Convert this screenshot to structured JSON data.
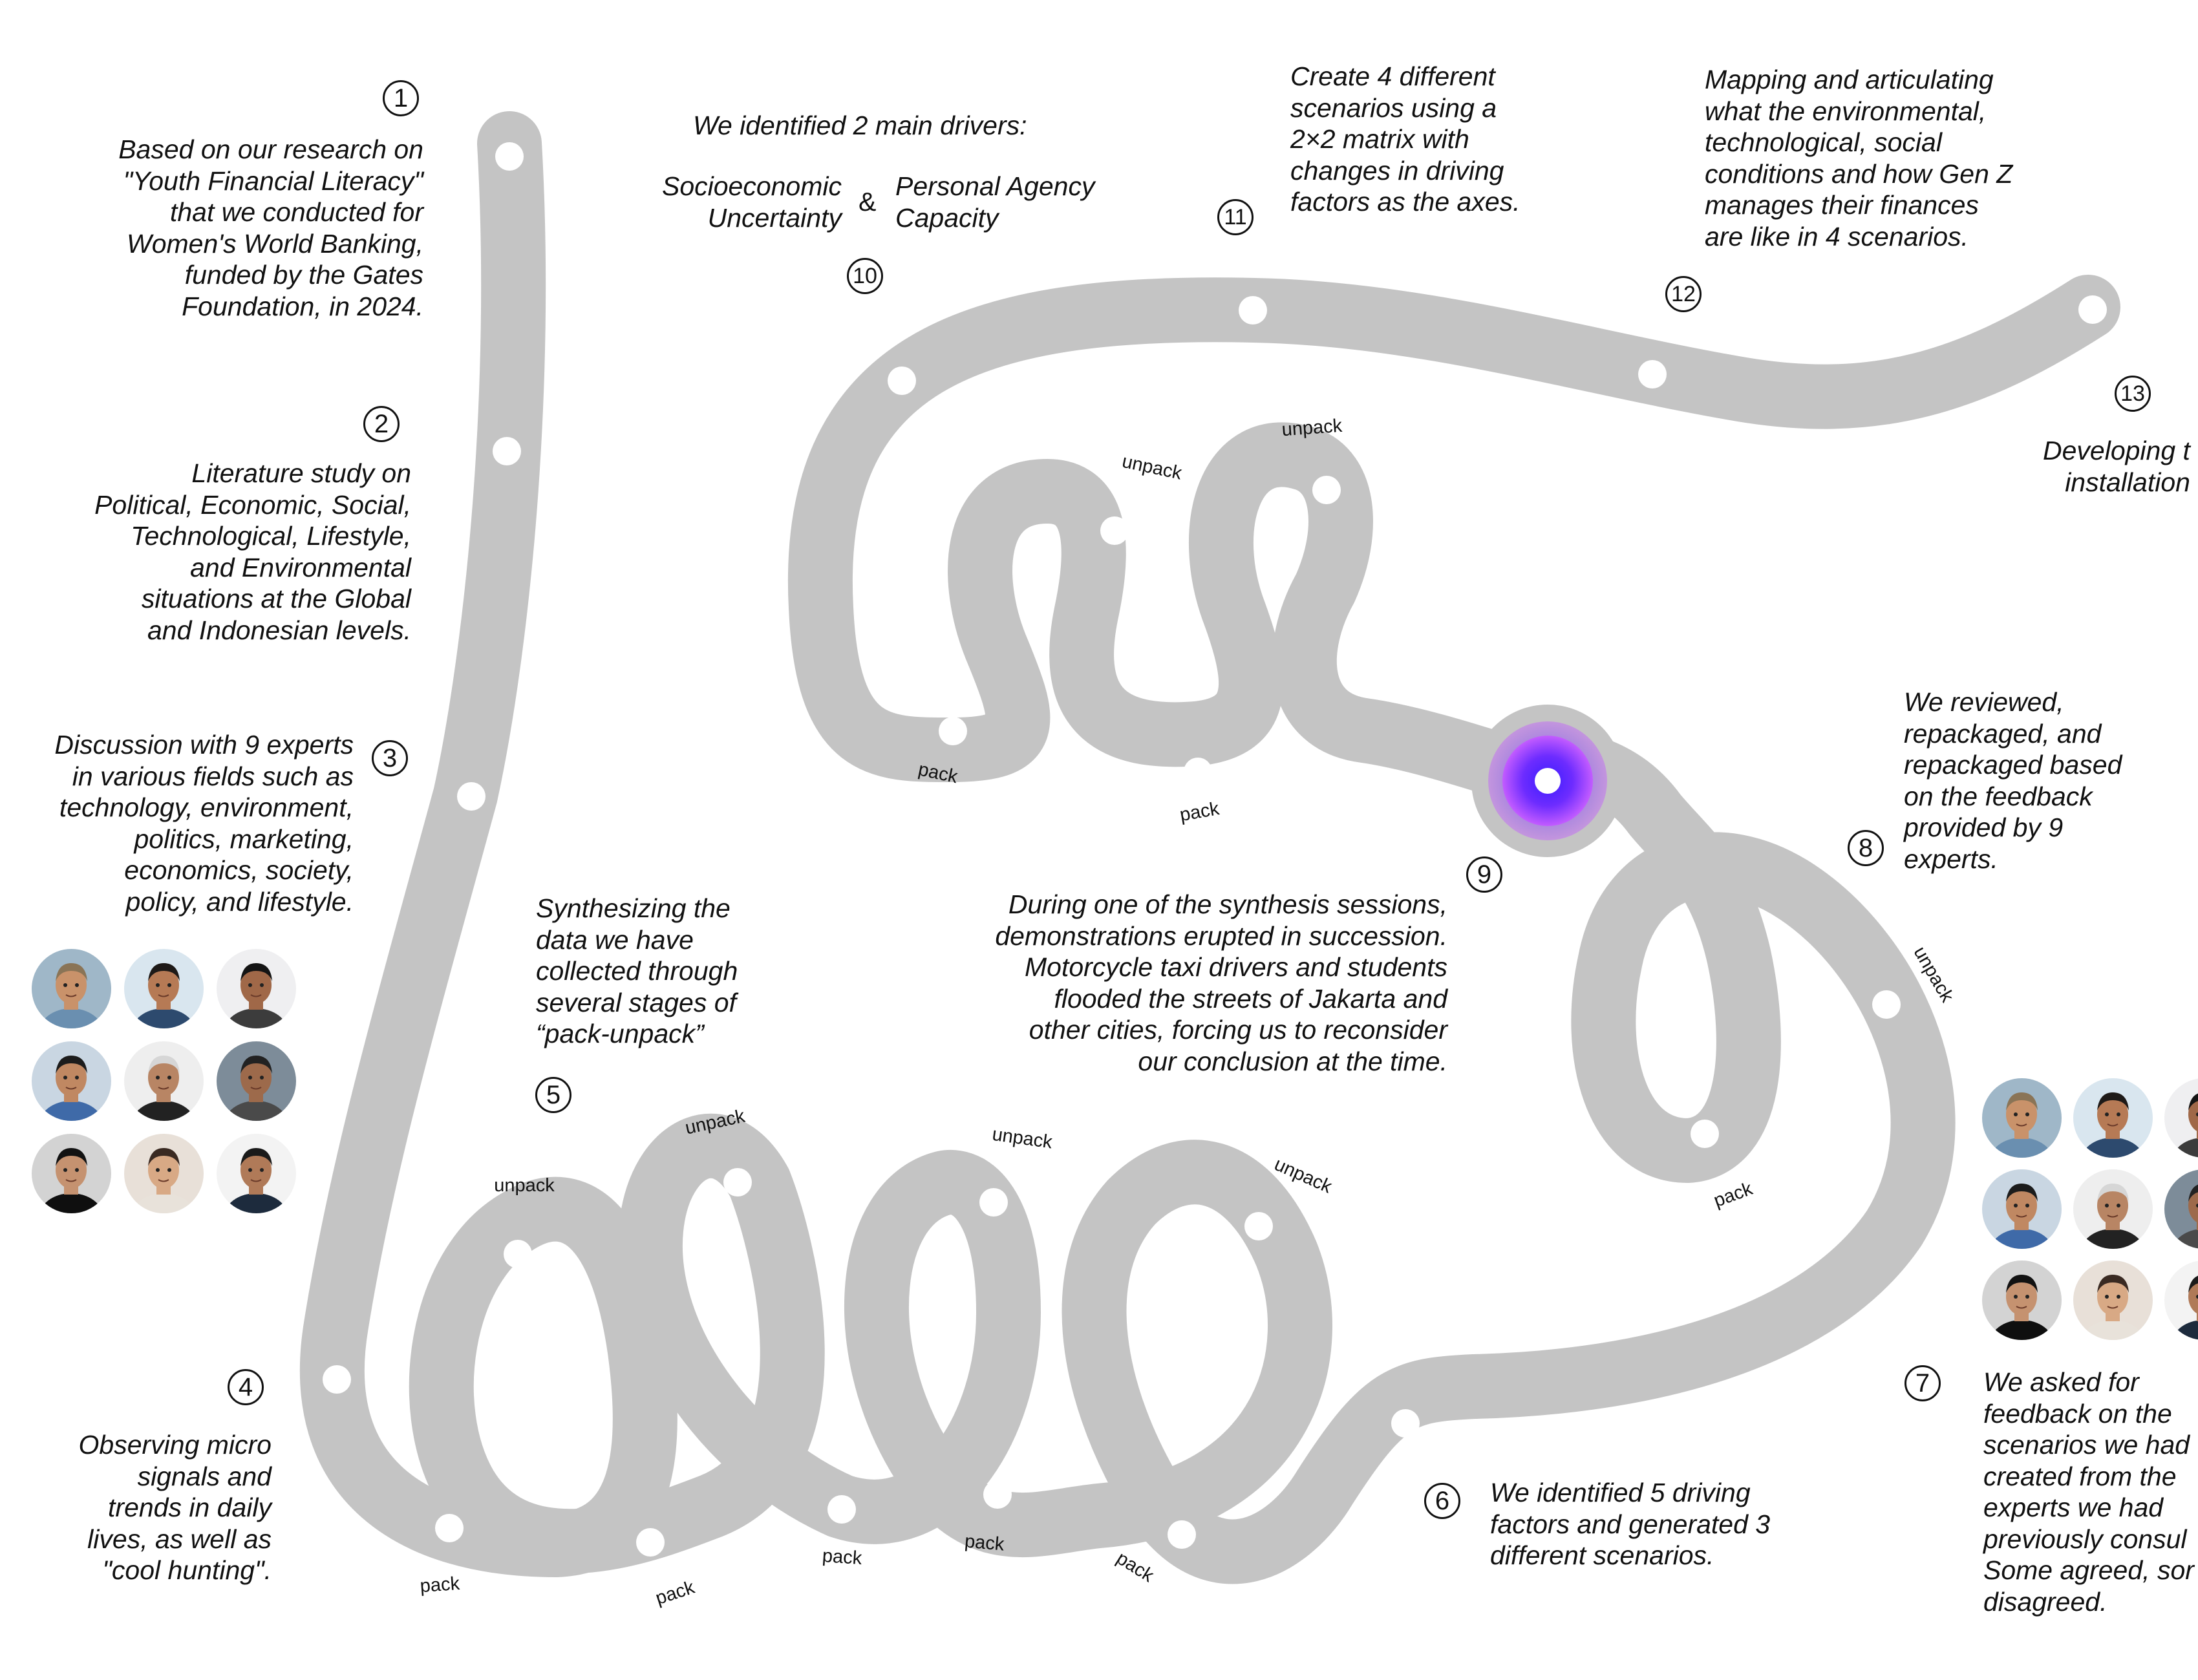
{
  "steps": [
    {
      "n": "1",
      "lines": [
        "Based on our research on",
        "\"Youth Financial Literacy\"",
        "that we conducted for",
        "Women's World Banking,",
        "funded by the Gates",
        "Foundation, in 2024."
      ]
    },
    {
      "n": "2",
      "lines": [
        "Literature study on",
        "Political, Economic, Social,",
        "Technological, Lifestyle,",
        "and Environmental",
        "situations at the Global",
        "and Indonesian levels."
      ]
    },
    {
      "n": "3",
      "lines": [
        "Discussion with 9 experts",
        "in various fields such as",
        "technology, environment,",
        "politics, marketing,",
        "economics, society,",
        "policy, and lifestyle."
      ]
    },
    {
      "n": "4",
      "lines": [
        "Observing micro",
        "signals and",
        "trends in daily",
        "lives, as well as",
        "\"cool hunting\"."
      ]
    },
    {
      "n": "5",
      "lines": [
        "Synthesizing the",
        "data we have",
        "collected through",
        "several stages of",
        "“pack-unpack”"
      ]
    },
    {
      "n": "6",
      "lines": [
        "We identified 5 driving",
        "factors and generated 3",
        "different scenarios."
      ]
    },
    {
      "n": "7",
      "lines": [
        "We asked for",
        "feedback on the",
        "scenarios we had",
        "created from the",
        "experts we had",
        "previously consul",
        "Some agreed, sor",
        "disagreed."
      ]
    },
    {
      "n": "8",
      "lines": [
        "We reviewed,",
        "repackaged, and",
        "repackaged based",
        "on the feedback",
        "provided by 9",
        "experts."
      ]
    },
    {
      "n": "9",
      "lines": [
        "During one of the synthesis sessions,",
        "demonstrations erupted in succession.",
        "Motorcycle taxi drivers and students",
        "flooded the streets of Jakarta and",
        "other cities, forcing us to reconsider",
        "our conclusion at the time."
      ]
    },
    {
      "n": "10",
      "heading": "We identified 2 main drivers:",
      "driver_a": [
        "Socioeconomic",
        "Uncertainty"
      ],
      "amp": "&",
      "driver_b": [
        "Personal Agency",
        "Capacity"
      ]
    },
    {
      "n": "11",
      "lines": [
        "Create 4 different",
        "scenarios using a",
        "2×2 matrix with",
        "changes in driving",
        "factors as the axes."
      ]
    },
    {
      "n": "12",
      "lines": [
        "Mapping and articulating",
        "what the environmental,",
        "technological, social",
        "conditions and how Gen Z",
        "manages their finances",
        "are like in 4 scenarios."
      ]
    },
    {
      "n": "13",
      "lines": [
        "Developing t",
        "installation"
      ]
    }
  ],
  "loop_labels": [
    "unpack",
    "unpack",
    "unpack",
    "unpack",
    "pack",
    "pack",
    "pack",
    "pack",
    "pack",
    "unpack",
    "unpack",
    "pack",
    "pack",
    "unpack",
    "pack"
  ],
  "colors": {
    "path": "#c4c4c4",
    "marker": "#ffffff",
    "current_outer": "#3b1dff",
    "current_mid": "#9a2cff",
    "text": "#111111"
  },
  "current_step": "9",
  "expert_avatars": [
    "expert-1",
    "expert-2",
    "expert-3",
    "expert-4",
    "expert-5",
    "expert-6",
    "expert-7",
    "expert-8",
    "expert-9"
  ]
}
